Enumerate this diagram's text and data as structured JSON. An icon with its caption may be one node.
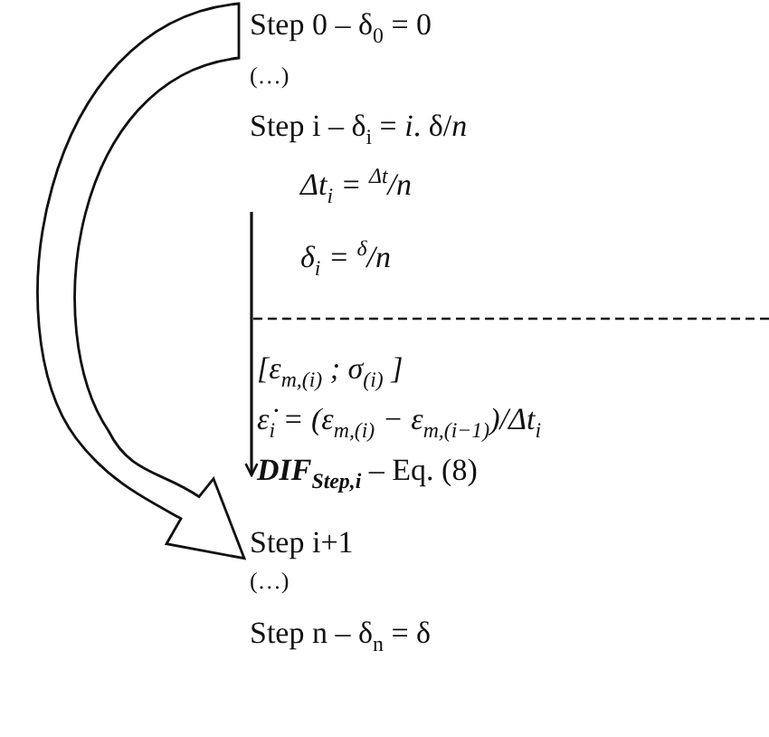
{
  "diagram": {
    "nodes": [
      {
        "text": [
          "Step 0 – δ$_{0}$ = 0"
        ]
      },
      {
        "text": [
          "(…)"
        ]
      },
      {
        "text": [
          "Step i – δ$_{i}$ = *i*. δ/*n*"
        ]
      },
      {
        "text": [
          "*Δt*$_{i}$ = $^{Δt}$/*n*"
        ]
      },
      {
        "text": [
          "δ$_{i}$ = $^{δ}$/*n*"
        ]
      },
      {
        "text": [
          "[ε$_{m,(i)}$ ; σ$_{(i)}$ ]"
        ]
      },
      {
        "text": [
          "ε̇$_{i}$ = (ε$_{m,(i)}$ − ε$_{m,(i−1)}$)/Δt$_{i}$"
        ]
      },
      {
        "text": [
          "**DIF**$_{Step,i}$ – Eq. (8)"
        ]
      },
      {
        "text": [
          "Step i+1"
        ]
      },
      {
        "text": [
          "(…)"
        ]
      },
      {
        "text": [
          "Step n – δ$_{n}$ = δ"
        ]
      }
    ],
    "edges": [
      {
        "from": 0,
        "to": 8,
        "arrow": "to",
        "style": "thick"
      },
      {
        "from": null,
        "to": 7,
        "arrow": "to"
      }
    ]
  }
}
